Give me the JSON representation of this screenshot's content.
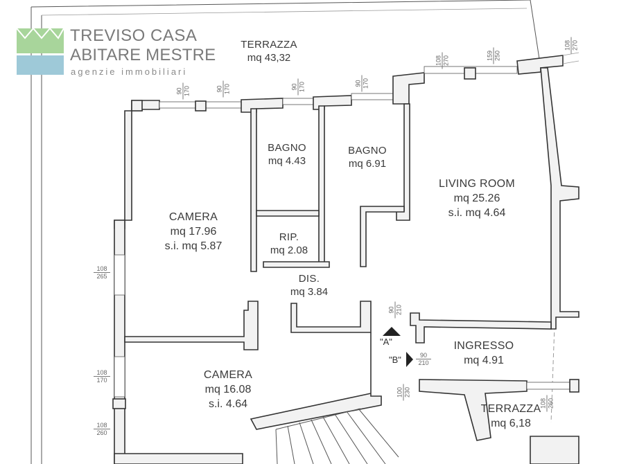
{
  "brand": {
    "line1": "TREVISO CASA",
    "line2": "ABITARE MESTRE",
    "line3": "agenzie immobiliari",
    "colors": {
      "green": "#a8d59b",
      "blue": "#9ec9d8",
      "text": "#7a7a7a"
    }
  },
  "rooms": [
    {
      "id": "terrazza-top",
      "name": "TERRAZZA",
      "lines": [
        "mq 43,32"
      ]
    },
    {
      "id": "bagno-1",
      "name": "BAGNO",
      "lines": [
        "mq 4.43"
      ]
    },
    {
      "id": "bagno-2",
      "name": "BAGNO",
      "lines": [
        "mq 6.91"
      ]
    },
    {
      "id": "living-room",
      "name": "LIVING ROOM",
      "lines": [
        "mq 25.26",
        "s.i. mq 4.64"
      ]
    },
    {
      "id": "camera-1",
      "name": "CAMERA",
      "lines": [
        "mq 17.96",
        "s.i. mq 5.87"
      ]
    },
    {
      "id": "rip",
      "name": "RIP.",
      "lines": [
        "mq 2.08"
      ]
    },
    {
      "id": "dis",
      "name": "DIS.",
      "lines": [
        "mq 3.84"
      ]
    },
    {
      "id": "ingresso",
      "name": "INGRESSO",
      "lines": [
        "mq 4.91"
      ]
    },
    {
      "id": "camera-2",
      "name": "CAMERA",
      "lines": [
        "mq 16.08",
        "s.i. 4.64"
      ]
    },
    {
      "id": "terrazza-bottom",
      "name": "TERRAZZA",
      "lines": [
        "mq 6,18"
      ]
    }
  ],
  "markers": {
    "a": "\"A\"",
    "b": "\"B\""
  },
  "dims": {
    "d1": [
      "90",
      "170"
    ],
    "d2": [
      "90",
      "170"
    ],
    "d3": [
      "90",
      "170"
    ],
    "d4": [
      "90",
      "170"
    ],
    "d5": [
      "108",
      "270"
    ],
    "d6": [
      "108",
      "270"
    ],
    "d7": [
      "159",
      "250"
    ],
    "d8": [
      "108",
      "265"
    ],
    "d9": [
      "108",
      "170"
    ],
    "d10": [
      "108",
      "260"
    ],
    "d11": [
      "90",
      "210"
    ],
    "d12": [
      "90",
      "210"
    ],
    "d13": [
      "100",
      "230"
    ],
    "d14": [
      "108",
      "260"
    ]
  }
}
